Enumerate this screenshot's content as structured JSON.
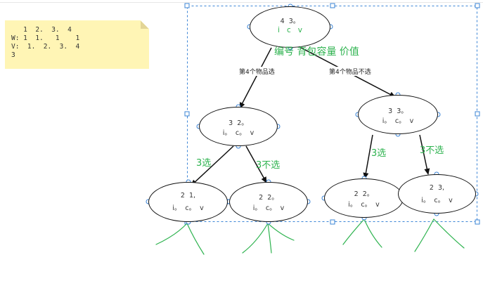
{
  "sticky_note": {
    "lines": [
      "   1  2.  3.  4",
      "W: 1  1.   1    1",
      "V:  1.  2.  3.  4",
      "3"
    ]
  },
  "colors": {
    "annotation_green": "#2eb34f",
    "selection_blue": "#3b84d6",
    "note_yellow": "#fff5b5"
  },
  "tree": {
    "root": {
      "line1": "4  3。",
      "line2": "i   c   v"
    },
    "root_caption": "编号 背包容量 价值",
    "edge_left_label": "第4个物品选",
    "edge_right_label": "第4个物品不选",
    "mid_left": {
      "line1": "3  2。",
      "line2": "i。  c。  v"
    },
    "mid_right": {
      "line1": "3  3。",
      "line2": "i。  c。  v"
    },
    "mid_left_pick": "3选",
    "mid_left_skip": "3不选",
    "mid_right_pick": "3选",
    "mid_right_skip": "3不选",
    "leaf_1": {
      "line1": "2  1,",
      "line2": "i。  c。  v"
    },
    "leaf_2": {
      "line1": "2  2。",
      "line2": "i。  c。  v"
    },
    "leaf_3": {
      "line1": "2  2。",
      "line2": "i。  c。  v"
    },
    "leaf_4": {
      "line1": "2  3,",
      "line2": "i。  c。  v"
    }
  }
}
